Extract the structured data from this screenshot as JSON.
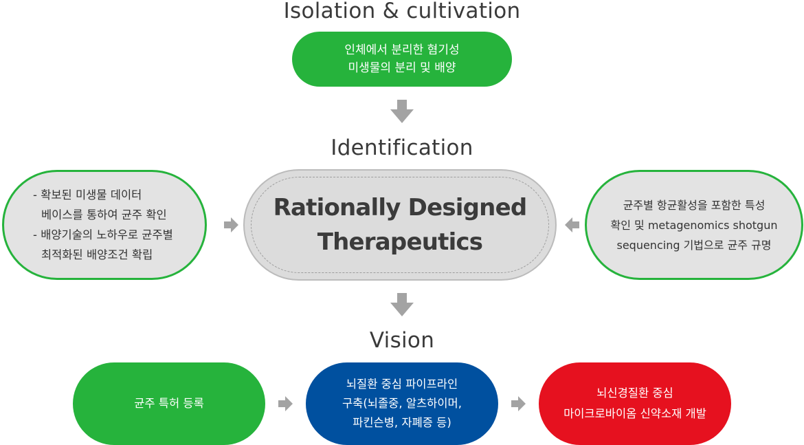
{
  "headings": {
    "isolation": "Isolation & cultivation",
    "identification": "Identification",
    "vision": "Vision"
  },
  "isolation_box": {
    "lines": [
      "인체에서 분리한 혐기성",
      "미생물의 분리 및 배양"
    ]
  },
  "left_box": {
    "lines": [
      "- 확보된 미생물 데이터",
      "베이스를 통하여 균주 확인",
      "- 배양기술의 노하우로 균주별",
      "최적화된 배양조건 확립"
    ]
  },
  "center_box": {
    "lines": [
      "Rationally Designed",
      "Therapeutics"
    ]
  },
  "right_box": {
    "lines": [
      "균주별 항균활성을 포함한 특성",
      "확인 및 metagenomics shotgun",
      "sequencing 기법으로 균주 규명"
    ]
  },
  "vision_boxes": [
    {
      "lines": [
        "균주 특허 등록"
      ]
    },
    {
      "lines": [
        "뇌질환 중심 파이프라인",
        "구축(뇌졸중, 알츠하이머,",
        "파킨슨병, 자폐증 등)"
      ]
    },
    {
      "lines": [
        "뇌신경질환 중심",
        "마이크로바이옴 신약소재 개발"
      ]
    }
  ],
  "colors": {
    "green": "#26b33c",
    "blue": "#00509f",
    "red": "#e6111f",
    "gray_box": "#dcdcdc",
    "arrow": "#a3a3a3"
  },
  "icons": {
    "down_arrow": "down-arrow-icon",
    "right_arrow": "right-arrow-icon",
    "left_arrow": "left-arrow-icon"
  }
}
